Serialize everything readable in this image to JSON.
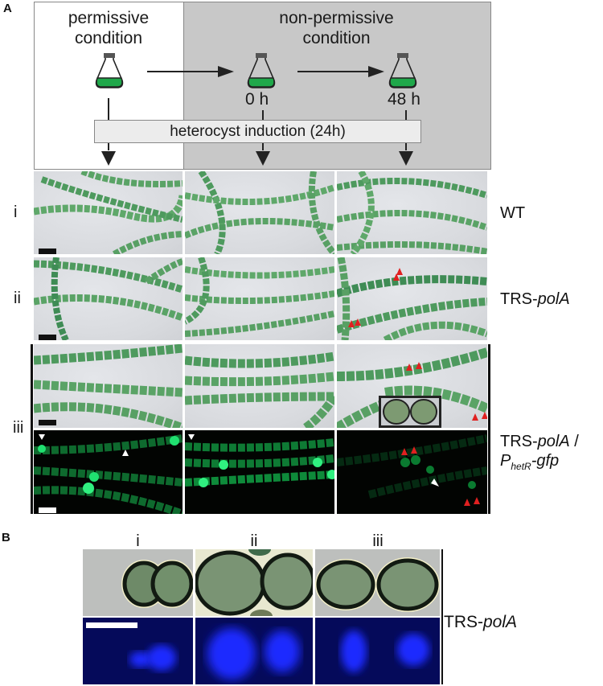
{
  "figure": {
    "panel_a_label": "A",
    "panel_b_label": "B"
  },
  "schematic": {
    "permissive_title_line1": "permissive",
    "permissive_title_line2": "condition",
    "nonpermissive_title_line1": "non-permissive",
    "nonpermissive_title_line2": "condition",
    "flask_icons": [
      "flask-permissive",
      "flask-0h",
      "flask-48h"
    ],
    "time_points": [
      "0 h",
      "48 h"
    ],
    "induction_label": "heterocyst induction (24h)",
    "colors": {
      "gray_region": "#c8c8c8",
      "induction_box": "#ececec",
      "flask_liquid": "#1fa84a",
      "flask_cap": "#555555"
    }
  },
  "panel_a": {
    "row_labels": [
      "i",
      "ii",
      "iii"
    ],
    "strain_labels": {
      "wt": "WT",
      "trs_pola_prefix": "TRS-",
      "trs_pola_gene": "polA",
      "reporter_line1_prefix": "TRS-",
      "reporter_line1_gene": "polA",
      "reporter_line1_suffix": " /",
      "reporter_line2_p": "P",
      "reporter_line2_sub": "hetR",
      "reporter_line2_suffix": "-gfp"
    },
    "columns": [
      "permissive",
      "0 h",
      "48 h"
    ],
    "arrowhead_colors": {
      "heterocyst_black": "#111111",
      "heterocyst_white": "#ffffff",
      "abnormal_red": "#e02020"
    },
    "fluor_color": "#20e070"
  },
  "panel_b": {
    "column_labels": [
      "i",
      "ii",
      "iii"
    ],
    "strain_prefix": "TRS-",
    "strain_gene": "polA",
    "colors": {
      "brightfield": "#bdbfbd",
      "dapi_background": "#050a5a",
      "dapi_signal": "#1a2cff"
    }
  }
}
